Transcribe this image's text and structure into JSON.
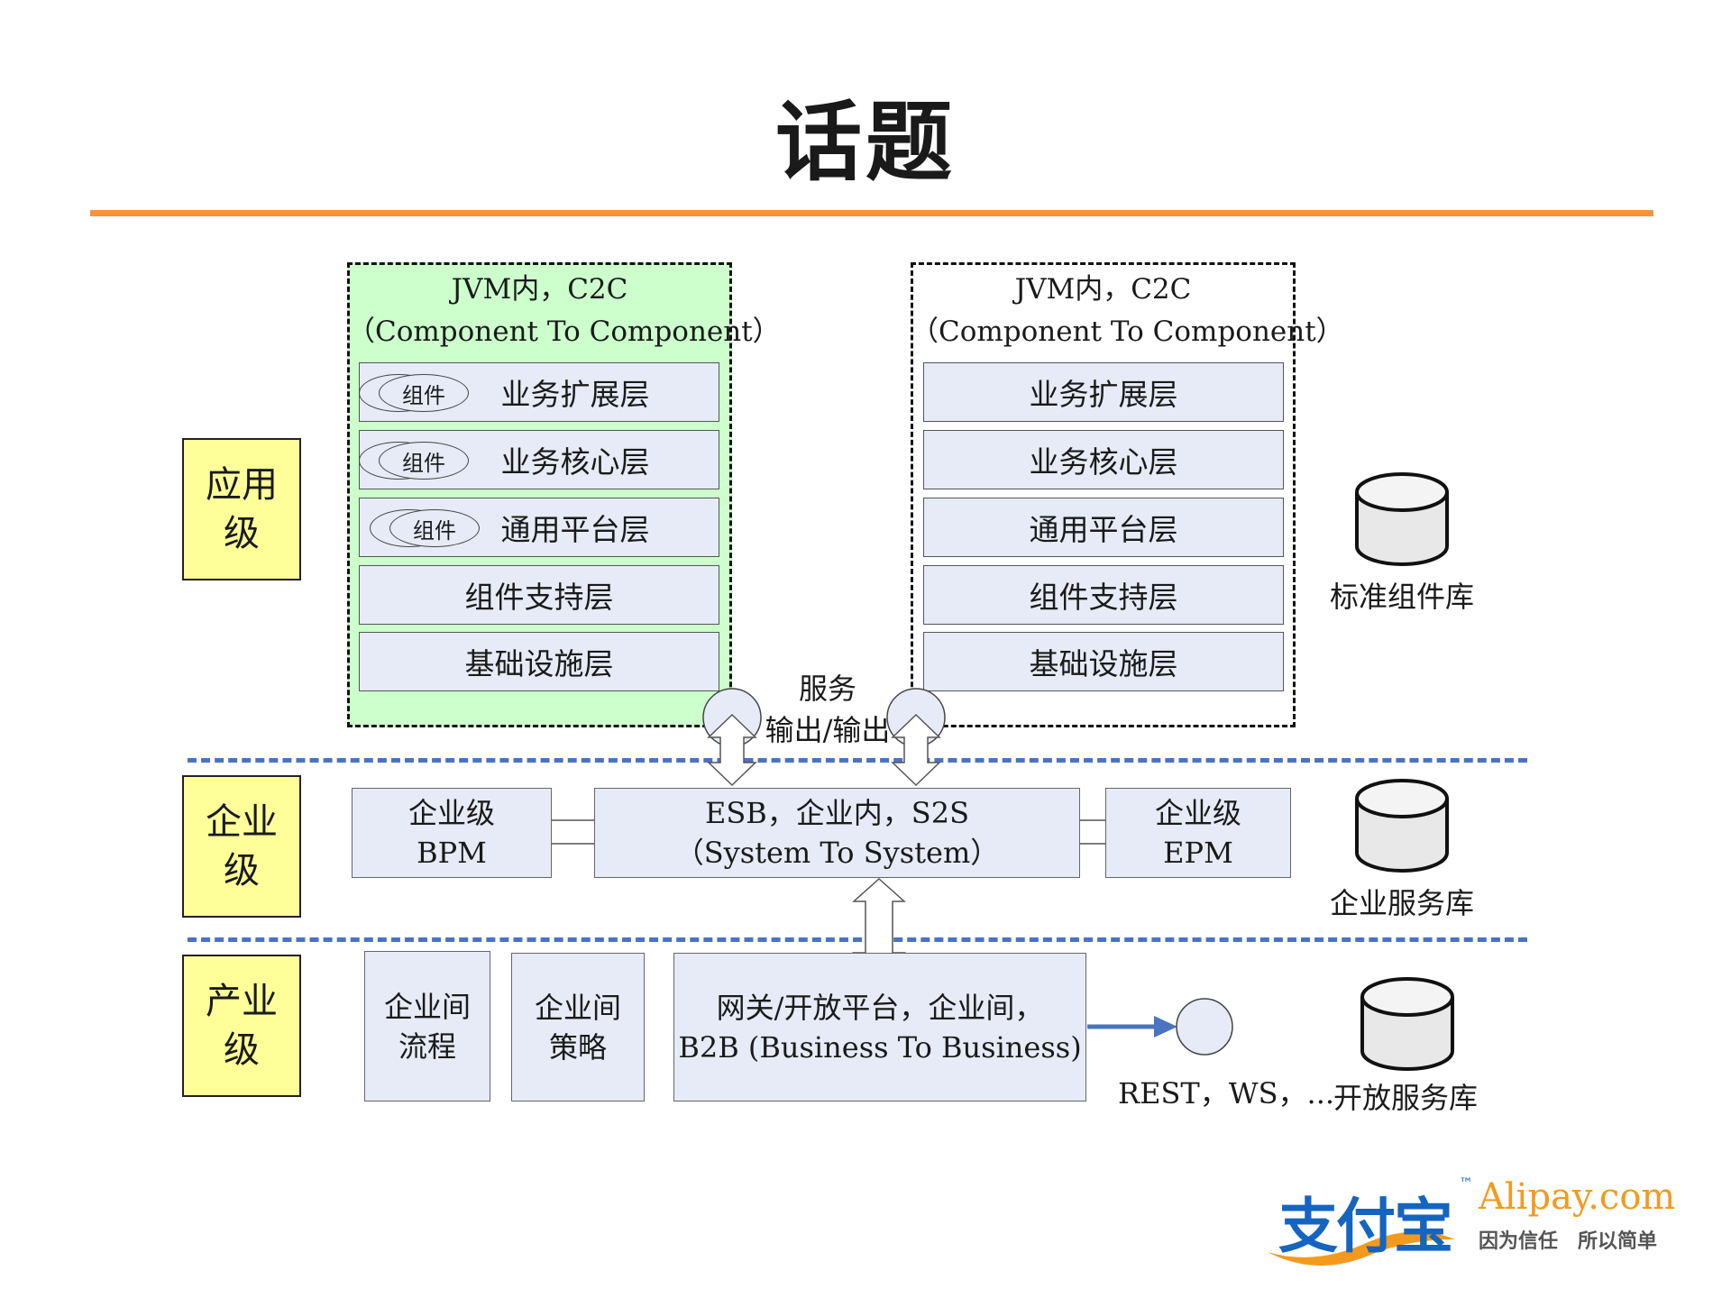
{
  "title": "话题",
  "levels": {
    "app": "应用级",
    "enterprise": "企业级",
    "industry": "产业级"
  },
  "left_zone": {
    "line1": "JVM内，C2C",
    "line2": "（Component To Component）",
    "layers": [
      "业务扩展层",
      "业务核心层",
      "通用平台层",
      "组件支持层",
      "基础设施层"
    ],
    "component_tag": "组件"
  },
  "right_zone": {
    "line1": "JVM内，C2C",
    "line2": "（Component To Component）",
    "layers": [
      "业务扩展层",
      "业务核心层",
      "通用平台层",
      "组件支持层",
      "基础设施层"
    ]
  },
  "service_io": {
    "line1": "服务",
    "line2": "输出/输出"
  },
  "enterprise": {
    "bpm": {
      "line1": "企业级",
      "line2": "BPM"
    },
    "esb": {
      "line1": "ESB，企业内，S2S",
      "line2": "（System To System）"
    },
    "epm": {
      "line1": "企业级",
      "line2": "EPM"
    }
  },
  "industry": {
    "flow": {
      "line1": "企业间",
      "line2": "流程"
    },
    "policy": {
      "line1": "企业间",
      "line2": "策略"
    },
    "gateway": {
      "line1": "网关/开放平台，企业间，",
      "line2": "B2B (Business To Business)"
    },
    "protocols": "REST，WS，..."
  },
  "repositories": {
    "standard": "标准组件库",
    "enterprise": "企业服务库",
    "open": "开放服务库"
  },
  "logo": {
    "cn": "支付宝",
    "en": "Alipay.com",
    "slogan": "因为信任　所以简单",
    "tm": "™"
  },
  "colors": {
    "title_rule": "#F7943A",
    "level_fill": "#FFFF99",
    "zone_green": "#CCFFCC",
    "layer_fill": "#E6EBF7",
    "divider": "#4A74C1",
    "arrow_blue": "#4A74C1",
    "logo_blue": "#1565C0",
    "logo_orange": "#F39A1E"
  }
}
